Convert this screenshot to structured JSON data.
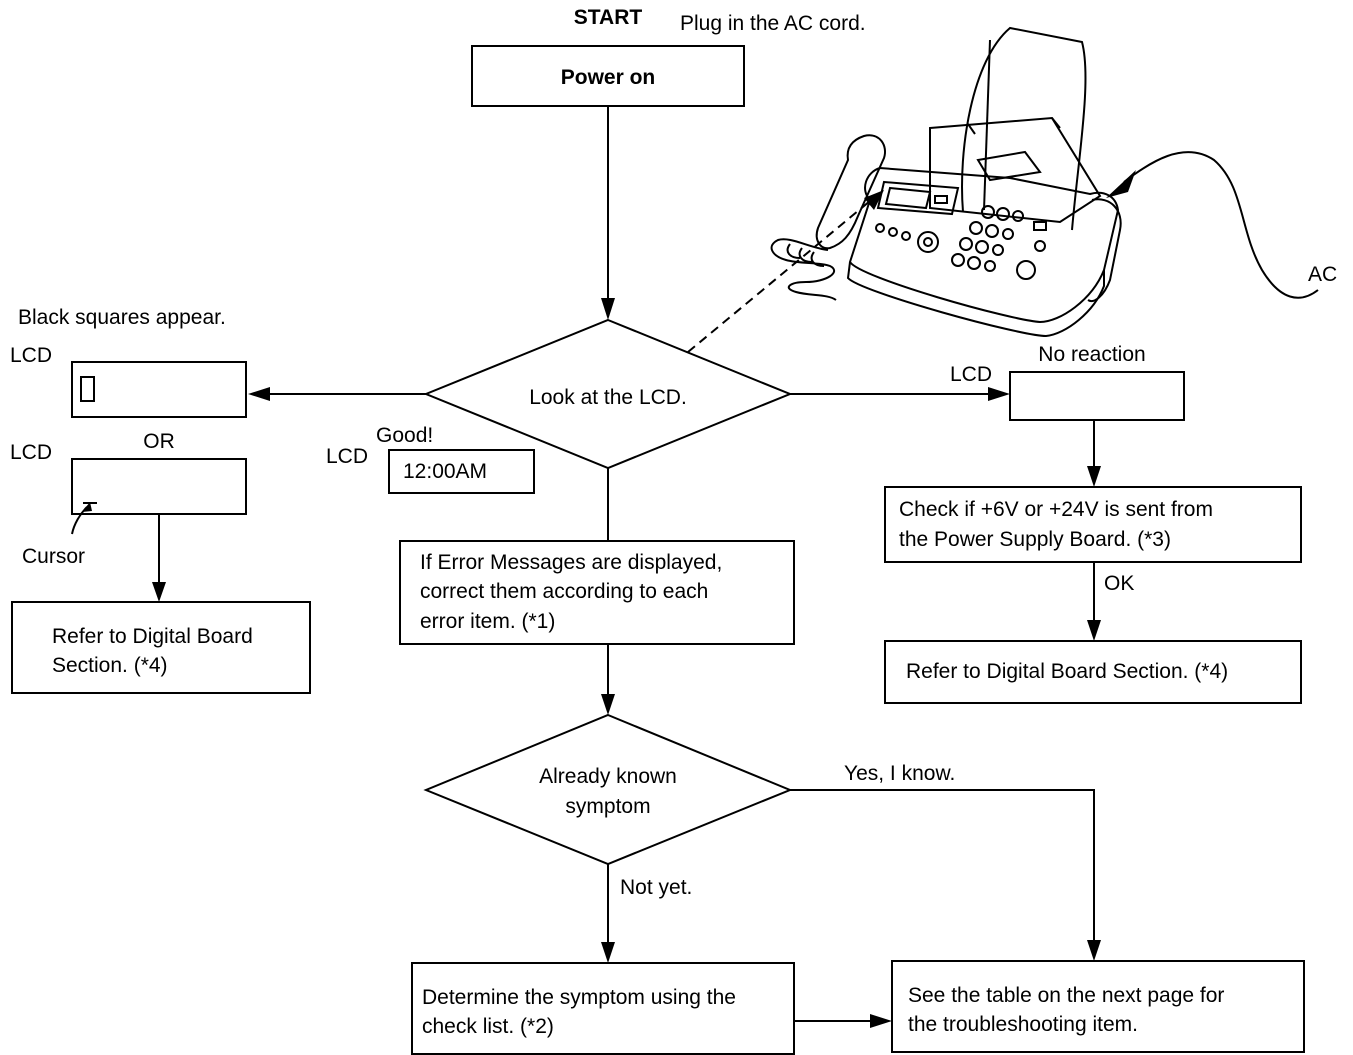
{
  "start_label": "START",
  "plug_label": "Plug in the AC cord.",
  "power_on": "Power on",
  "look_lcd": "Look at the LCD.",
  "black_squares": "Black squares appear.",
  "lcd_label": "LCD",
  "or_label": "OR",
  "cursor_label": "Cursor",
  "good_label": "Good!",
  "lcd_time": "12:00AM",
  "no_reaction": "No reaction",
  "ac_label": "AC",
  "left_refer": [
    "Refer to Digital Board",
    "Section. (*4)"
  ],
  "error_box": [
    "If Error Messages are displayed,",
    "correct them according to each",
    "error item. (*1)"
  ],
  "check_power": [
    "Check if +6V or +24V is sent from",
    "the Power Supply Board. (*3)"
  ],
  "ok_label": "OK",
  "right_refer": "Refer to Digital Board Section. (*4)",
  "known_symptom": [
    "Already known",
    "symptom"
  ],
  "yes_label": "Yes, I know.",
  "not_yet_label": "Not yet.",
  "determine": [
    "Determine the symptom using the",
    "check list.  (*2)"
  ],
  "see_table": [
    "See the table on the next page for",
    "the troubleshooting item."
  ]
}
